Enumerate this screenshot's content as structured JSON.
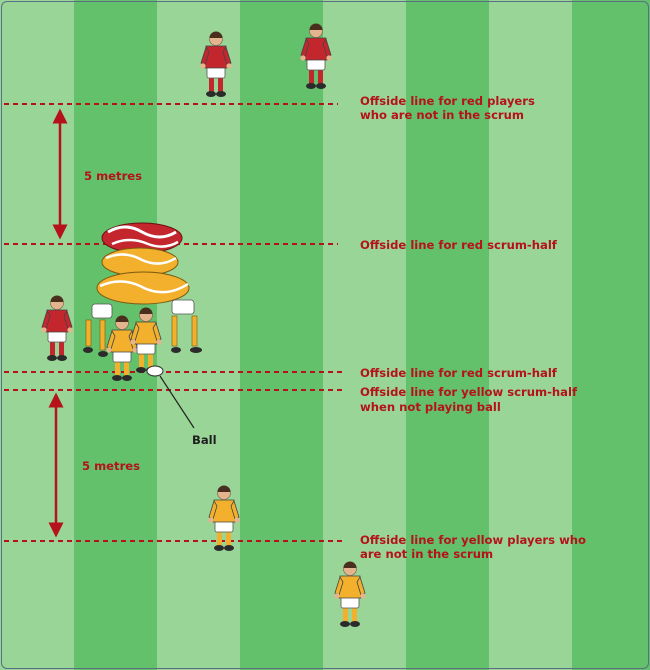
{
  "colors": {
    "stripe_light": "#98d596",
    "stripe_dark": "#63c06b",
    "annotation": "#b5121b",
    "red_kit": "#c4262e",
    "yellow_kit": "#f2b02c",
    "frame": "#5a6e86"
  },
  "lines": {
    "red_players": [
      "Offside line for red players",
      "who are not in the scrum"
    ],
    "red_scrum_half_top": "Offside line for red scrum-half",
    "red_scrum_half_bottom": "Offside line for red scrum-half",
    "yellow_scrum_half": [
      "Offside line for yellow scrum-half",
      "when not playing ball"
    ],
    "yellow_players": [
      "Offside line for yellow players who",
      "are not in the scrum"
    ]
  },
  "distances": {
    "top": "5 metres",
    "bottom": "5 metres"
  },
  "ball_label": "Ball",
  "icons": [
    "red-player-icon",
    "yellow-player-icon",
    "scrum-icon",
    "ball-icon",
    "double-arrow-icon"
  ]
}
